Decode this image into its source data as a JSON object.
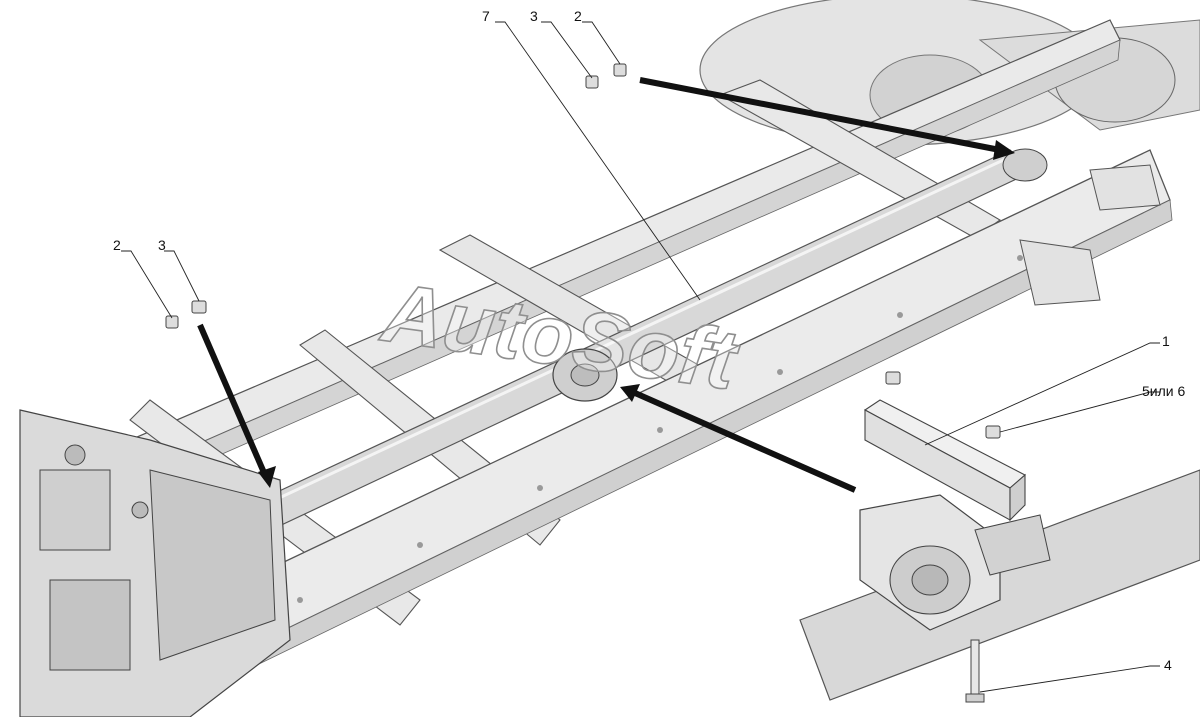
{
  "diagram": {
    "type": "exploded-assembly-drawing",
    "watermark": "AutoSoft",
    "callouts": [
      {
        "id": "callout-1",
        "text": "1"
      },
      {
        "id": "callout-2-top",
        "text": "2"
      },
      {
        "id": "callout-2-left",
        "text": "2"
      },
      {
        "id": "callout-3-top",
        "text": "3"
      },
      {
        "id": "callout-3-left",
        "text": "3"
      },
      {
        "id": "callout-4",
        "text": "4"
      },
      {
        "id": "callout-5-6",
        "text": "5или 6"
      },
      {
        "id": "callout-7",
        "text": "7"
      }
    ],
    "colors": {
      "part_fill": "#e6e6e6",
      "part_shade": "#c9c9c9",
      "outline": "#555555",
      "leader": "#222222",
      "arrow": "#111111"
    }
  }
}
